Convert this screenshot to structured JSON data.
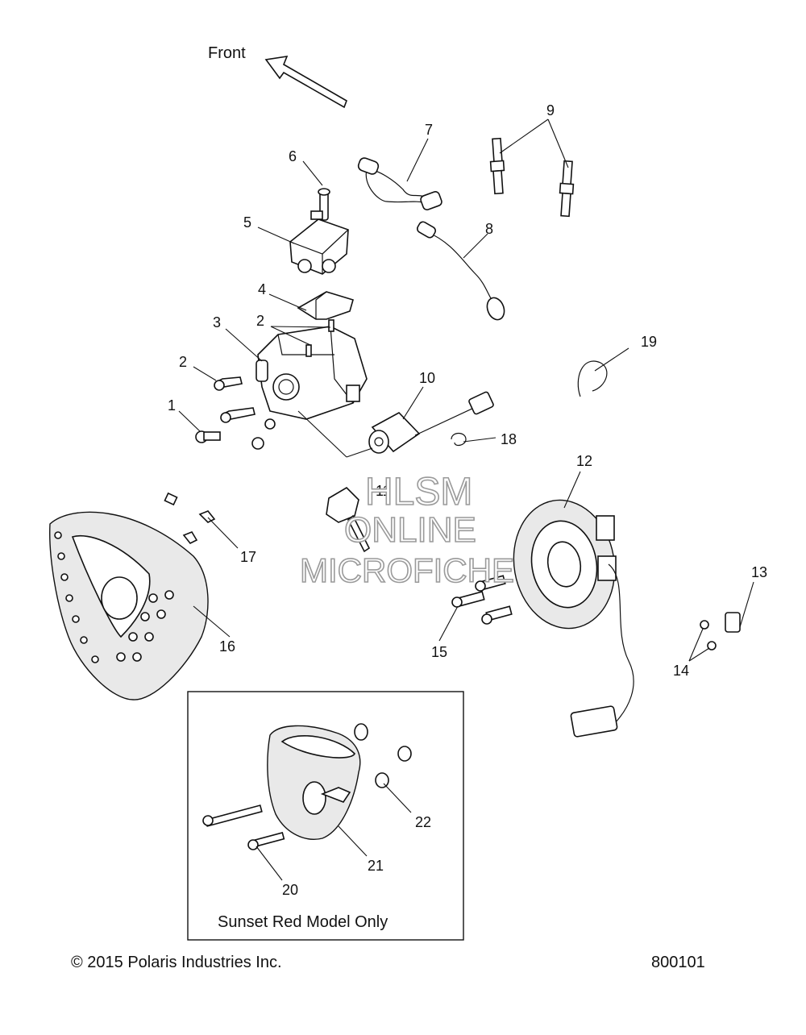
{
  "diagram": {
    "front_label": "Front",
    "callouts": [
      {
        "id": "c1",
        "text": "1"
      },
      {
        "id": "c2a",
        "text": "2"
      },
      {
        "id": "c2b",
        "text": "2"
      },
      {
        "id": "c3",
        "text": "3"
      },
      {
        "id": "c4",
        "text": "4"
      },
      {
        "id": "c5",
        "text": "5"
      },
      {
        "id": "c6",
        "text": "6"
      },
      {
        "id": "c7",
        "text": "7"
      },
      {
        "id": "c8",
        "text": "8"
      },
      {
        "id": "c9",
        "text": "9"
      },
      {
        "id": "c10",
        "text": "10"
      },
      {
        "id": "c11",
        "text": "11"
      },
      {
        "id": "c12",
        "text": "12"
      },
      {
        "id": "c13",
        "text": "13"
      },
      {
        "id": "c14",
        "text": "14"
      },
      {
        "id": "c15",
        "text": "15"
      },
      {
        "id": "c16",
        "text": "16"
      },
      {
        "id": "c17",
        "text": "17"
      },
      {
        "id": "c18",
        "text": "18"
      },
      {
        "id": "c19",
        "text": "19"
      },
      {
        "id": "c20",
        "text": "20"
      },
      {
        "id": "c21",
        "text": "21"
      },
      {
        "id": "c22",
        "text": "22"
      }
    ],
    "inset_caption": "Sunset Red Model Only",
    "watermark": [
      "HLSM",
      "ONLINE",
      "MICROFICHE"
    ],
    "copyright": "© 2015 Polaris Industries Inc.",
    "figure_number": "800101"
  }
}
